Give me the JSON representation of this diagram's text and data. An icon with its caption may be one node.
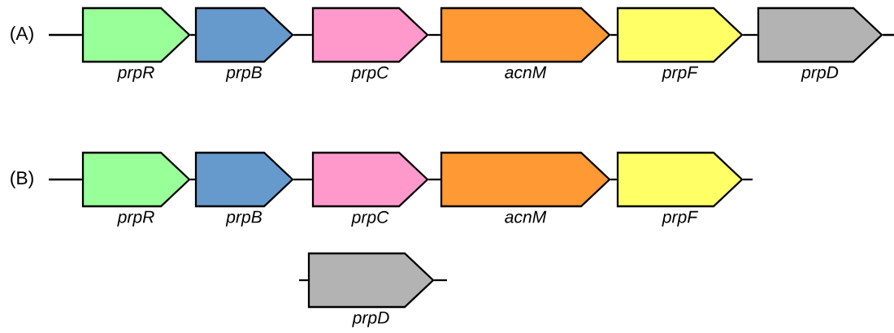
{
  "diagram": {
    "nodes": [
      {
        "text": [
          "prpR"
        ]
      },
      {
        "text": [
          "prpB"
        ]
      },
      {
        "text": [
          "prpC"
        ]
      },
      {
        "text": [
          "acnM"
        ]
      },
      {
        "text": [
          "prpF"
        ]
      },
      {
        "text": [
          "prpD"
        ]
      },
      {
        "text": [
          "prpR"
        ]
      },
      {
        "text": [
          "prpB"
        ]
      },
      {
        "text": [
          "prpC"
        ]
      },
      {
        "text": [
          "acnM"
        ]
      },
      {
        "text": [
          "prpF"
        ]
      },
      {
        "text": [
          "prpD"
        ]
      }
    ],
    "edges": [
      {
        "from": null,
        "to": 0,
        "arrow": "none"
      },
      {
        "from": 0,
        "to": 1,
        "arrow": "none"
      },
      {
        "from": 1,
        "to": 2,
        "arrow": "none"
      },
      {
        "from": 2,
        "to": 3,
        "arrow": "none"
      },
      {
        "from": 3,
        "to": 4,
        "arrow": "none"
      },
      {
        "from": 4,
        "to": 5,
        "arrow": "none"
      },
      {
        "from": 5,
        "to": null,
        "arrow": "none"
      },
      {
        "from": null,
        "to": 6,
        "arrow": "none"
      },
      {
        "from": 6,
        "to": 7,
        "arrow": "none"
      },
      {
        "from": 7,
        "to": 8,
        "arrow": "none"
      },
      {
        "from": 8,
        "to": 9,
        "arrow": "none"
      },
      {
        "from": 9,
        "to": 10,
        "arrow": "none"
      },
      {
        "from": 10,
        "to": null,
        "arrow": "none"
      },
      {
        "from": null,
        "to": 11,
        "arrow": "none"
      },
      {
        "from": 11,
        "to": null,
        "arrow": "none"
      }
    ],
    "labels": [
      "(A)",
      "(B)"
    ]
  }
}
